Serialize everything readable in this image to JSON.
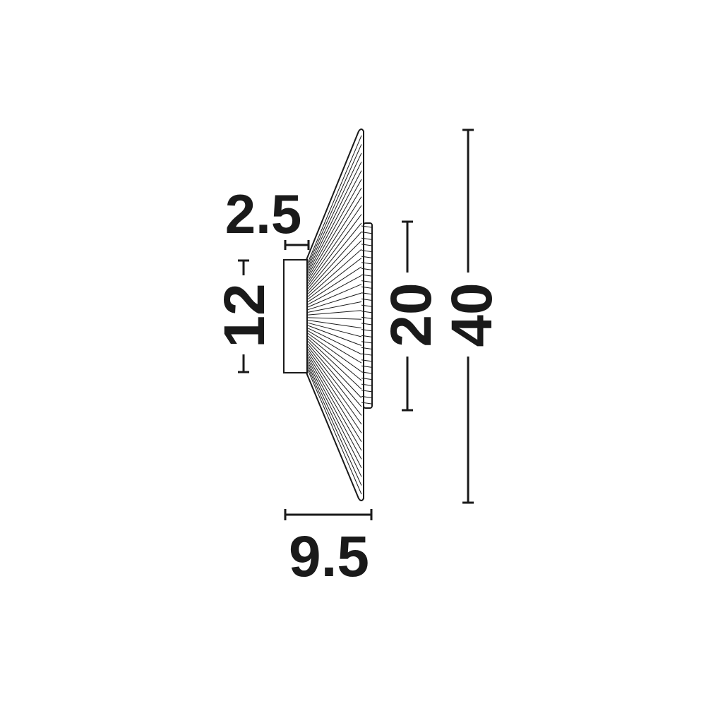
{
  "dimensions": {
    "mount_width": "2.5",
    "mount_height": "12",
    "inner_disc_diameter": "20",
    "outer_disc_diameter": "40",
    "total_depth": "9.5"
  },
  "colors": {
    "ink": "#1a1a1a",
    "background": "#ffffff"
  }
}
